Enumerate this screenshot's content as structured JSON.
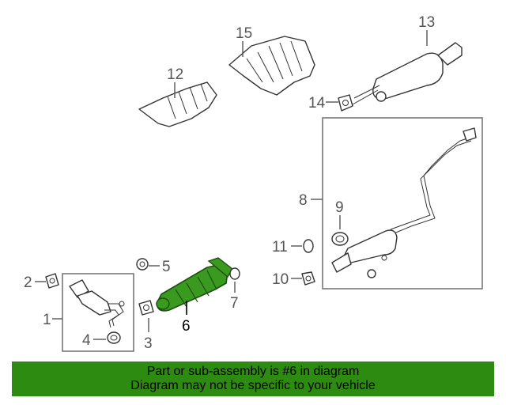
{
  "diagram": {
    "callouts": {
      "c1": "1",
      "c2": "2",
      "c3": "3",
      "c4": "4",
      "c5": "5",
      "c6": "6",
      "c7": "7",
      "c8": "8",
      "c9": "9",
      "c10": "10",
      "c11": "11",
      "c12": "12",
      "c13": "13",
      "c14": "14",
      "c15": "15"
    },
    "highlighted_part": "6",
    "colors": {
      "highlight_part": "#3a9a1f",
      "banner_background": "#2e8b12",
      "line": "#333333",
      "callout_text": "#555555"
    }
  },
  "banner": {
    "line1": "Part or sub-assembly is #6 in diagram",
    "line2": "Diagram may not be specific to your vehicle"
  }
}
